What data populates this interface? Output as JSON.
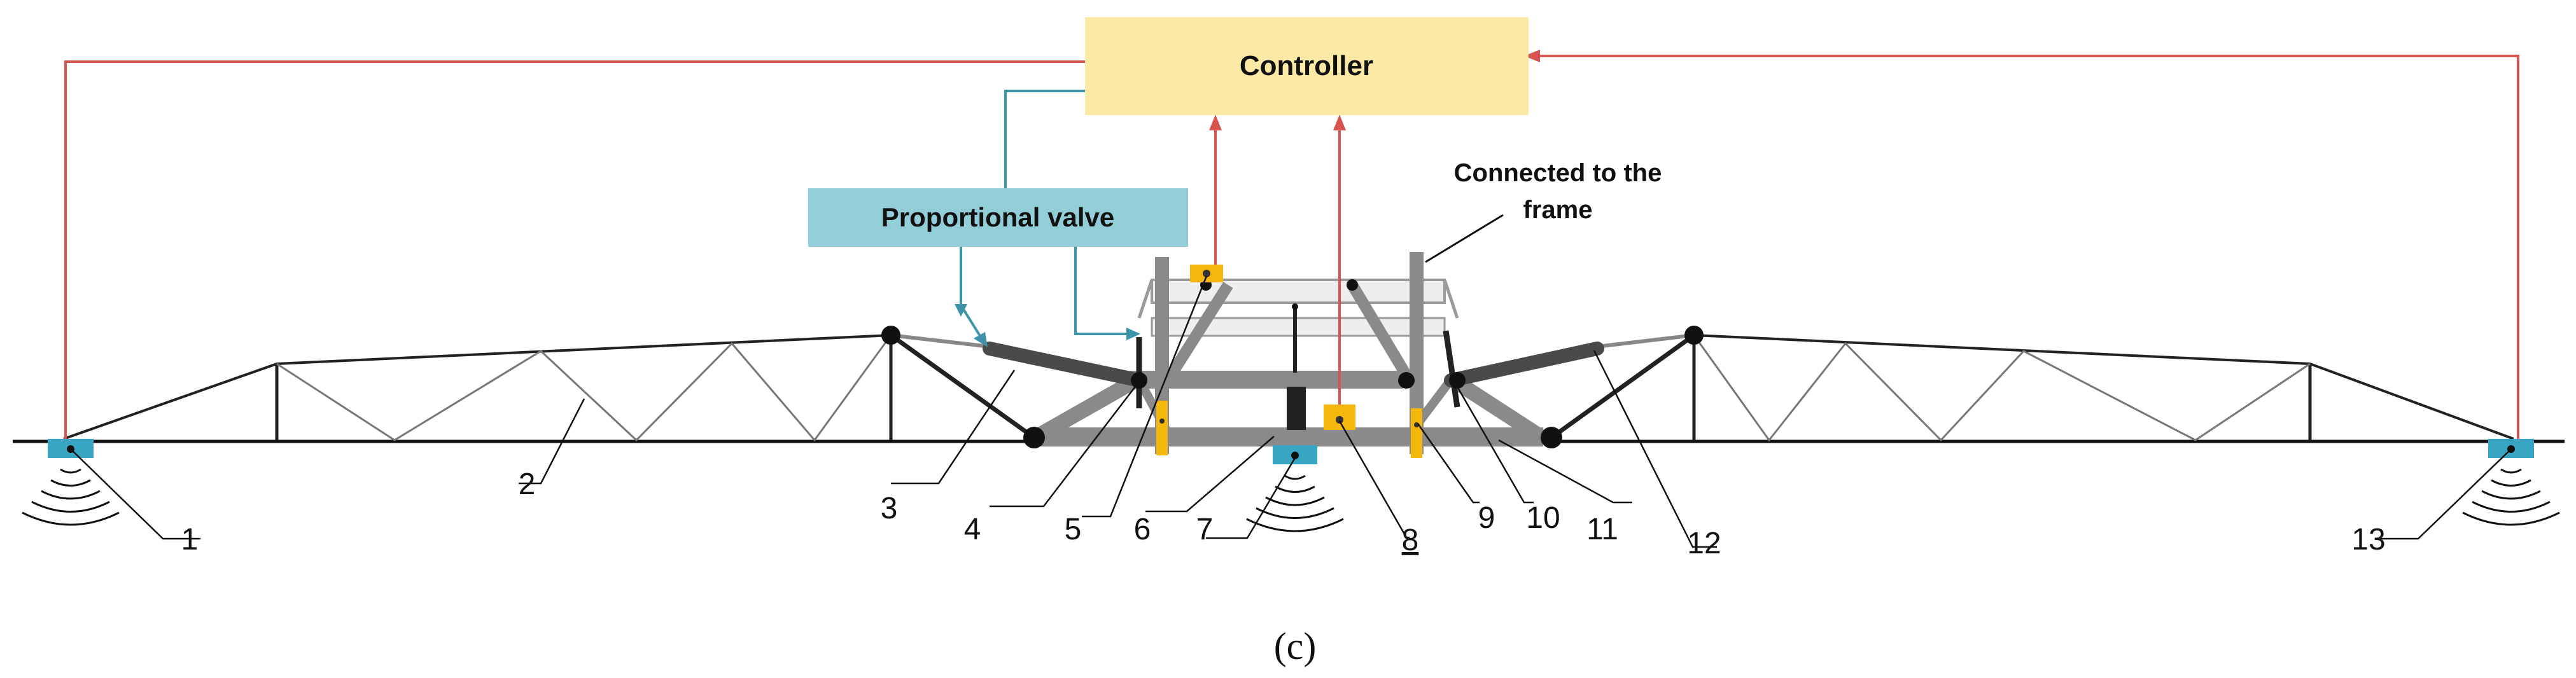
{
  "controller": {
    "label": "Controller",
    "fill": "#fce9a6"
  },
  "valve": {
    "label": "Proportional valve",
    "fill": "#92cdd8"
  },
  "frame_note": {
    "line1": "Connected to the",
    "line2": "frame"
  },
  "callouts": [
    "1",
    "2",
    "3",
    "4",
    "5",
    "6",
    "7",
    "8",
    "9",
    "10",
    "11",
    "12",
    "13"
  ],
  "caption": "(c)",
  "colors": {
    "signal_line": "#d9534f",
    "control_line": "#3d93a8",
    "sensor": "#38a6c2",
    "angle_sensor": "#f5b70c",
    "frame": "#8a8a8a",
    "cylinder": "#4a4a4a",
    "truss": "#222222"
  }
}
